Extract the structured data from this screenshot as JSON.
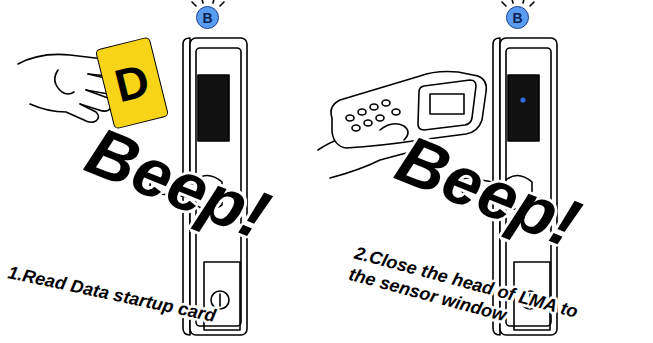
{
  "diagram": {
    "nodes": [
      {
        "text": [
          "B"
        ]
      },
      {
        "text": [
          "D"
        ]
      },
      {
        "text": [
          "B"
        ]
      }
    ],
    "labels": [
      "Beep!",
      "1.Read Data startup card",
      "Beep!",
      "2.Close the head of LMA to the sensor window"
    ]
  }
}
